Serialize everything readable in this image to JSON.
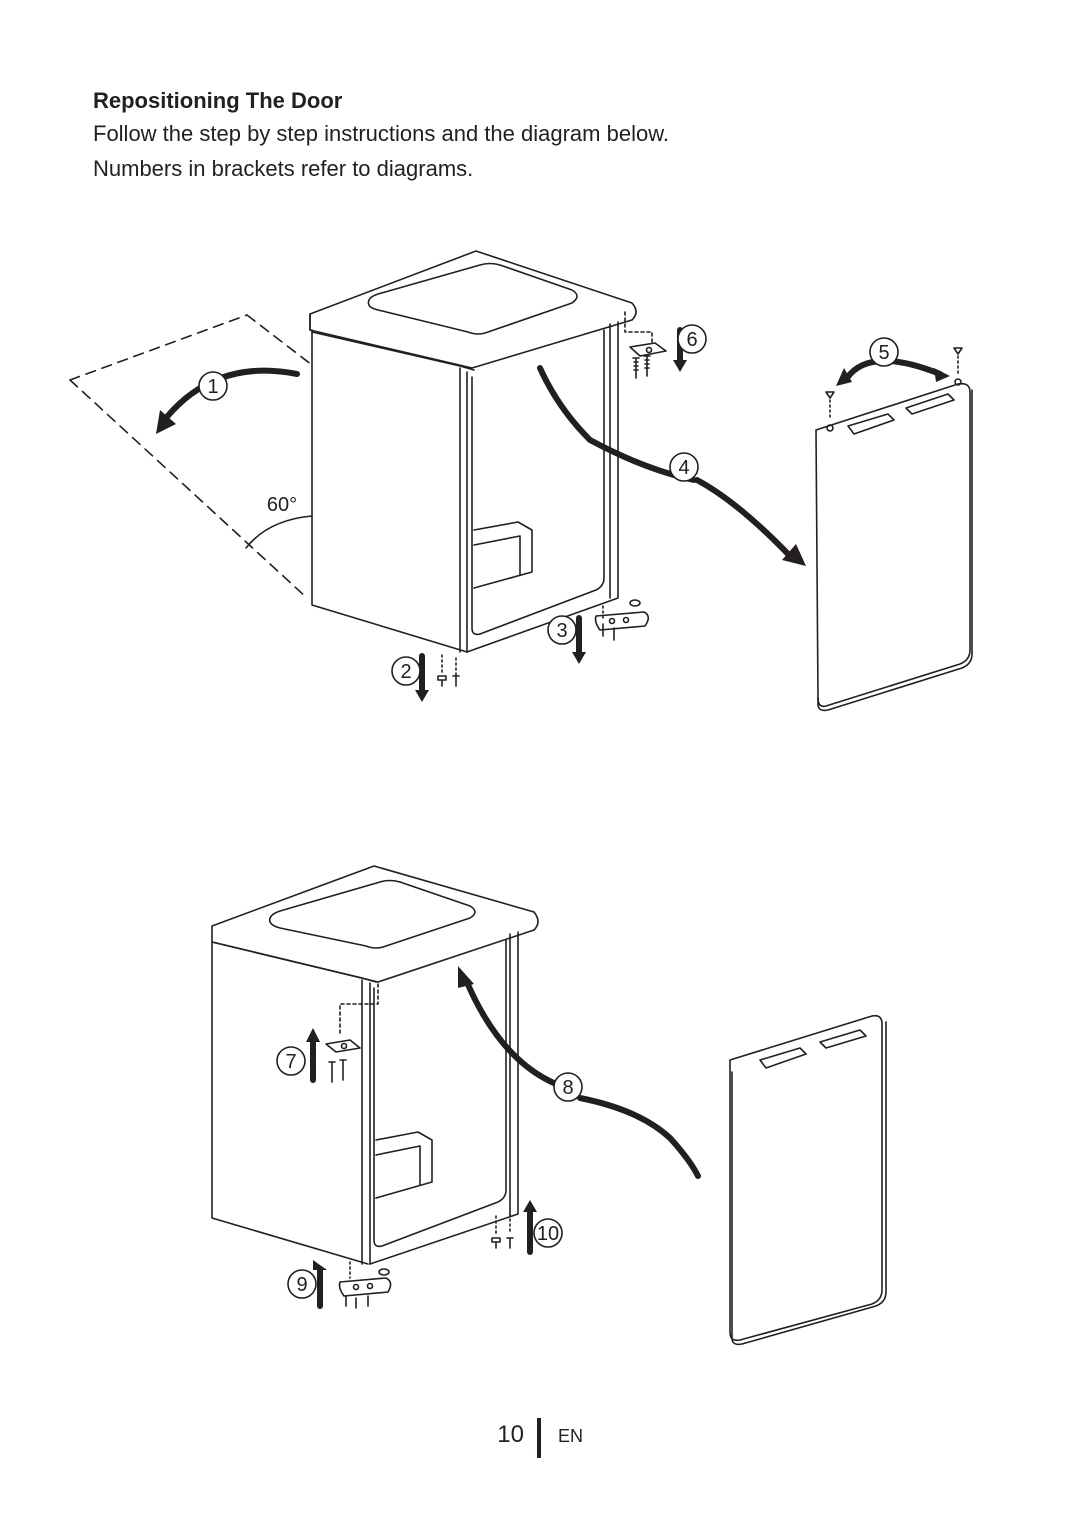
{
  "page": {
    "heading": "Repositioning The Door",
    "intro_line1": "Follow the step by step instructions and the diagram below.",
    "intro_line2": "Numbers in brackets refer to diagrams."
  },
  "diagram_top": {
    "angle_label": "60°",
    "steps": [
      "1",
      "2",
      "3",
      "4",
      "5",
      "6"
    ]
  },
  "diagram_bottom": {
    "steps": [
      "7",
      "8",
      "9",
      "10"
    ]
  },
  "footer": {
    "page_number": "10",
    "language": "EN"
  }
}
